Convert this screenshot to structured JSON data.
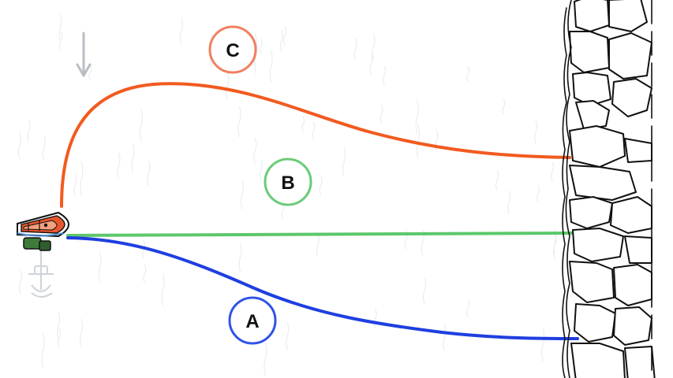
{
  "diagram": {
    "routes": [
      {
        "id": "A",
        "label": "A",
        "color": "#1f3fe0"
      },
      {
        "id": "B",
        "label": "B",
        "color": "#5cc86a"
      },
      {
        "id": "C",
        "label": "C",
        "color": "#f25a1f"
      }
    ],
    "label_ring_colors": {
      "A": "#2f54e8",
      "B": "#6acb76",
      "C": "#f08060"
    },
    "current_arrow_color": "#b9bec4",
    "boat_hull_color": "#e8552b",
    "anchor_rope_color": "#cfd4d8",
    "shore": "rocky bank"
  }
}
